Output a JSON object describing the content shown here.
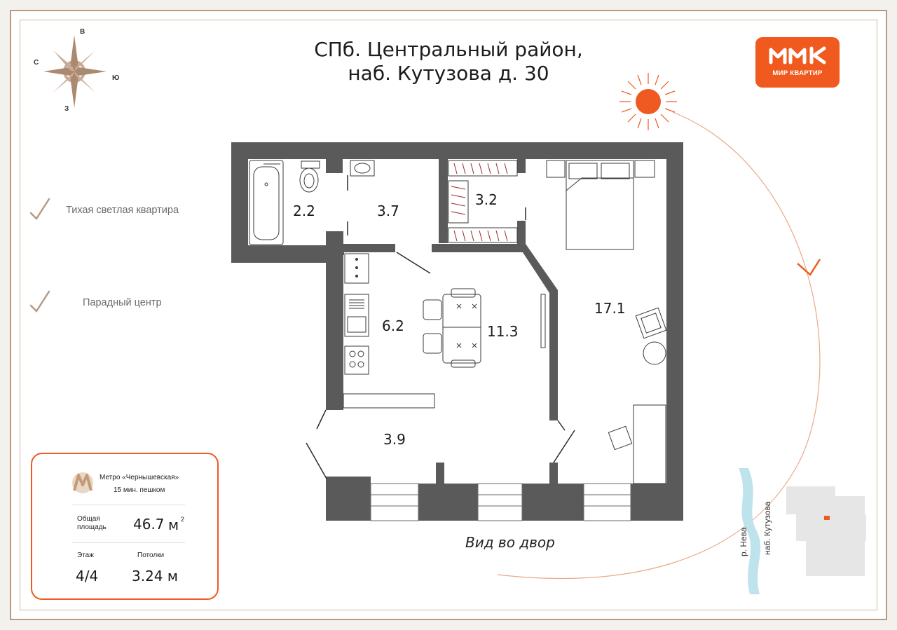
{
  "title": {
    "line1": "СПб. Центральный район,",
    "line2": "наб. Кутузова д. 30"
  },
  "compass": {
    "north": "В",
    "west": "С",
    "east": "Ю",
    "south": "З"
  },
  "features": [
    "Тихая светлая квартира",
    "Парадный центр"
  ],
  "brand": {
    "name": "МИР КВАРТИР",
    "color": "#f05a1e"
  },
  "rooms": {
    "bathroom": "2.2",
    "toilet_hall": "3.7",
    "wardrobe": "3.2",
    "bedroom": "17.1",
    "kitchen": "6.2",
    "dining": "11.3",
    "hall": "3.9"
  },
  "view_caption": "Вид во двор",
  "info": {
    "metro_name": "Метро «Чернышевская»",
    "metro_walk": "15 мин. пешком",
    "area_label_line1": "Общая",
    "area_label_line2": "площадь",
    "area_value": "46.7",
    "area_unit": "м",
    "area_sup": "2",
    "floor_label": "Этаж",
    "floor_value": "4/4",
    "ceiling_label": "Потолки",
    "ceiling_value": "3.24 м"
  },
  "map": {
    "river": "р. Нева",
    "street": "наб. Кутузова"
  },
  "colors": {
    "wall": "#5a5a5a",
    "accent": "#ef5a22",
    "frame": "#b89a82"
  },
  "icons": [
    "compass-rose-icon",
    "check-icon",
    "sun-icon",
    "moon-icon",
    "metro-icon",
    "brand-logo-icon"
  ]
}
